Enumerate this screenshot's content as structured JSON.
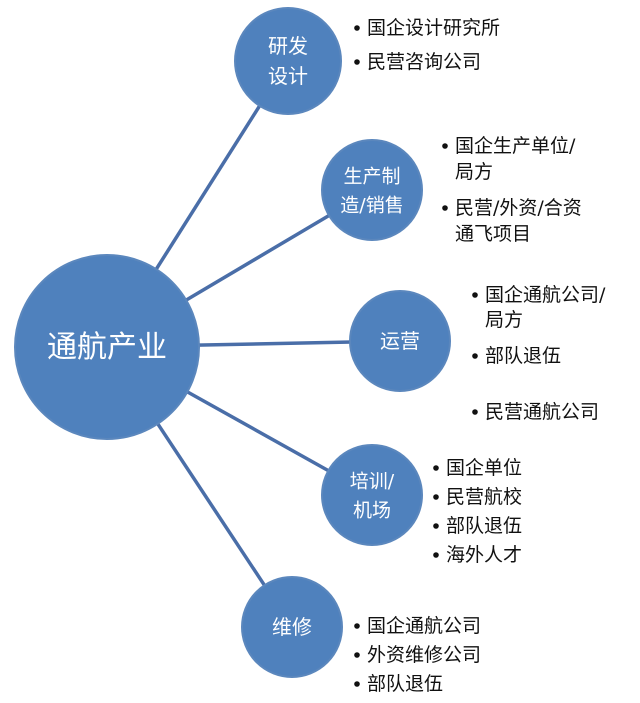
{
  "colors": {
    "node_fill": "#4f81bd",
    "node_stroke": "#5b87bd",
    "connector": "#4a6ea8",
    "text_on_node": "#ffffff",
    "bullet_text": "#111111"
  },
  "center": {
    "label": "通航产业"
  },
  "branches": [
    {
      "id": "rnd",
      "label_lines": [
        "研发",
        "设计"
      ],
      "items": [
        {
          "lines": [
            "国企设计研究所"
          ]
        },
        {
          "lines": [
            "民营咨询公司"
          ]
        }
      ]
    },
    {
      "id": "manufacturing",
      "label_lines": [
        "生产制",
        "造/销售"
      ],
      "items": [
        {
          "lines": [
            "国企生产单位/",
            "局方"
          ]
        },
        {
          "lines": [
            "民营/外资/合资",
            "通飞项目"
          ]
        }
      ]
    },
    {
      "id": "operations",
      "label_lines": [
        "运营"
      ],
      "items": [
        {
          "lines": [
            "国企通航公司/",
            "局方"
          ]
        },
        {
          "lines": [
            "部队退伍"
          ]
        },
        {
          "lines": [
            "民营通航公司"
          ]
        }
      ]
    },
    {
      "id": "training",
      "label_lines": [
        "培训/",
        "机场"
      ],
      "items": [
        {
          "lines": [
            "国企单位"
          ]
        },
        {
          "lines": [
            "民营航校"
          ]
        },
        {
          "lines": [
            "部队退伍"
          ]
        },
        {
          "lines": [
            "海外人才"
          ]
        }
      ]
    },
    {
      "id": "maintenance",
      "label_lines": [
        "维修"
      ],
      "items": [
        {
          "lines": [
            "国企通航公司"
          ]
        },
        {
          "lines": [
            "外资维修公司"
          ]
        },
        {
          "lines": [
            "部队退伍"
          ]
        }
      ]
    }
  ]
}
